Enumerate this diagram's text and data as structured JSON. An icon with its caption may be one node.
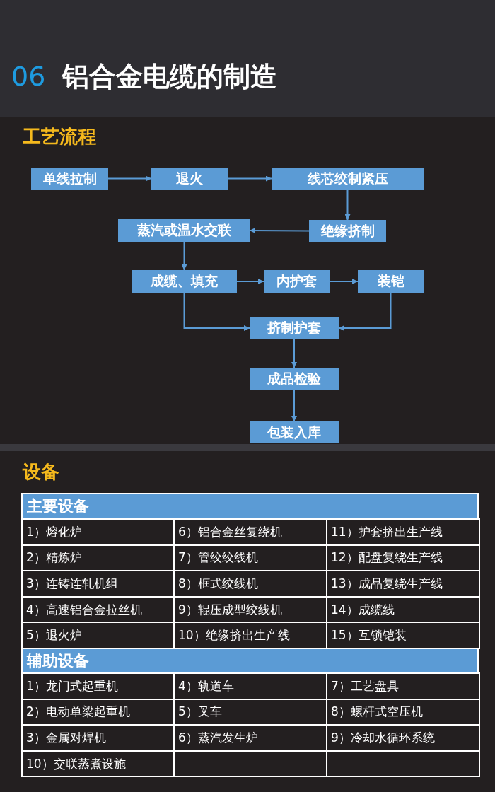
{
  "diagram": {
    "title": "铝合金电缆的制造",
    "nodes": [
      {
        "text": [
          "单线拉制"
        ]
      },
      {
        "text": [
          "退火"
        ]
      },
      {
        "text": [
          "线芯绞制紧压"
        ]
      },
      {
        "text": [
          "绝缘挤制"
        ]
      },
      {
        "text": [
          "蒸汽或温水交联"
        ]
      },
      {
        "text": [
          "成缆、填充"
        ]
      },
      {
        "text": [
          "内护套"
        ]
      },
      {
        "text": [
          "装铠"
        ]
      },
      {
        "text": [
          "挤制护套"
        ]
      },
      {
        "text": [
          "成品检验"
        ]
      },
      {
        "text": [
          "包装入库"
        ]
      }
    ],
    "edges": [
      {
        "from": 0,
        "to": 1,
        "arrow": "to"
      },
      {
        "from": 1,
        "to": 2,
        "arrow": "to"
      },
      {
        "from": 2,
        "to": 3,
        "arrow": "to"
      },
      {
        "from": 3,
        "to": 4,
        "arrow": "to"
      },
      {
        "from": 4,
        "to": 5,
        "arrow": "to"
      },
      {
        "from": 5,
        "to": 6,
        "arrow": "to"
      },
      {
        "from": 6,
        "to": 7,
        "arrow": "to"
      },
      {
        "from": 5,
        "to": 8,
        "arrow": "to"
      },
      {
        "from": 7,
        "to": 8,
        "arrow": "to"
      },
      {
        "from": 8,
        "to": 9,
        "arrow": "to"
      },
      {
        "from": 9,
        "to": 10,
        "arrow": "to"
      }
    ],
    "labels": [
      "06",
      "工艺流程",
      "设备",
      "主要设备",
      "1）熔化炉",
      "6）铝合金丝复绕机",
      "11）护套挤出生产线",
      "2）精炼炉",
      "7）管绞绞线机",
      "12）配盘复绕生产线",
      "3）连铸连轧机组",
      "8）框式绞线机",
      "13）成品复绕生产线",
      "4）高速铝合金拉丝机",
      "9）辊压成型绞线机",
      "14）成缆线",
      "5）退火炉",
      "10）绝缘挤出生产线",
      "15）互锁铠装",
      "辅助设备",
      "1）龙门式起重机",
      "4）轨道车",
      "7）工艺盘具",
      "2）电动单梁起重机",
      "5）叉车",
      "8）螺杆式空压机",
      "3）金属对焊机",
      "6）蒸汽发生炉",
      "9）冷却水循环系统",
      "10）交联蒸煮设施"
    ]
  }
}
